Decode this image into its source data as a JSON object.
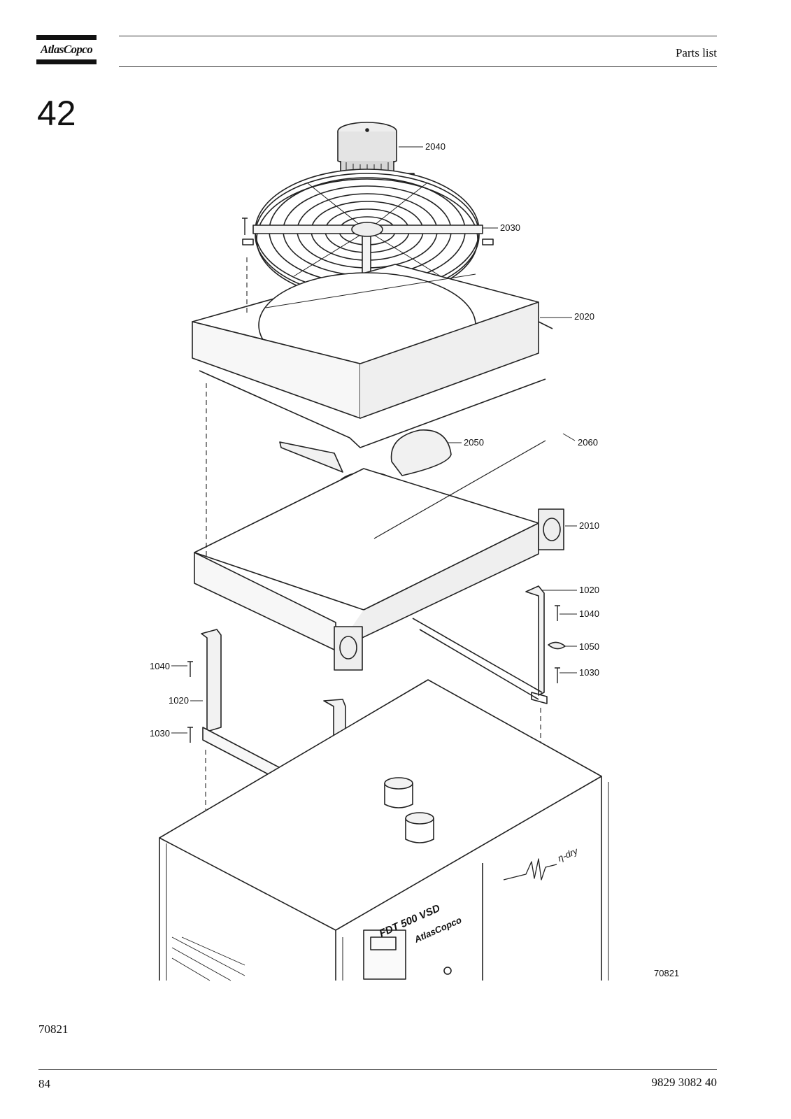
{
  "header": {
    "logo_text": "AtlasCopco",
    "title": "Parts list"
  },
  "section_number": "42",
  "drawing": {
    "callouts": {
      "c2040": "2040",
      "c2030": "2030",
      "c2020": "2020",
      "c2050": "2050",
      "c2060": "2060",
      "c2010": "2010",
      "c1020r": "1020",
      "c1040r": "1040",
      "c1050": "1050",
      "c1030r": "1030",
      "c1040l": "1040",
      "c1020l": "1020",
      "c1030l": "1030"
    },
    "drawing_id": "70821",
    "panel_model": "FDT 500 VSD",
    "panel_brand": "AtlasCopco",
    "panel_decal": "η-dry"
  },
  "footer": {
    "figure_code": "70821",
    "page_number": "84",
    "document_number": "9829 3082 40"
  },
  "colors": {
    "ink": "#111111",
    "line": "#333333"
  }
}
